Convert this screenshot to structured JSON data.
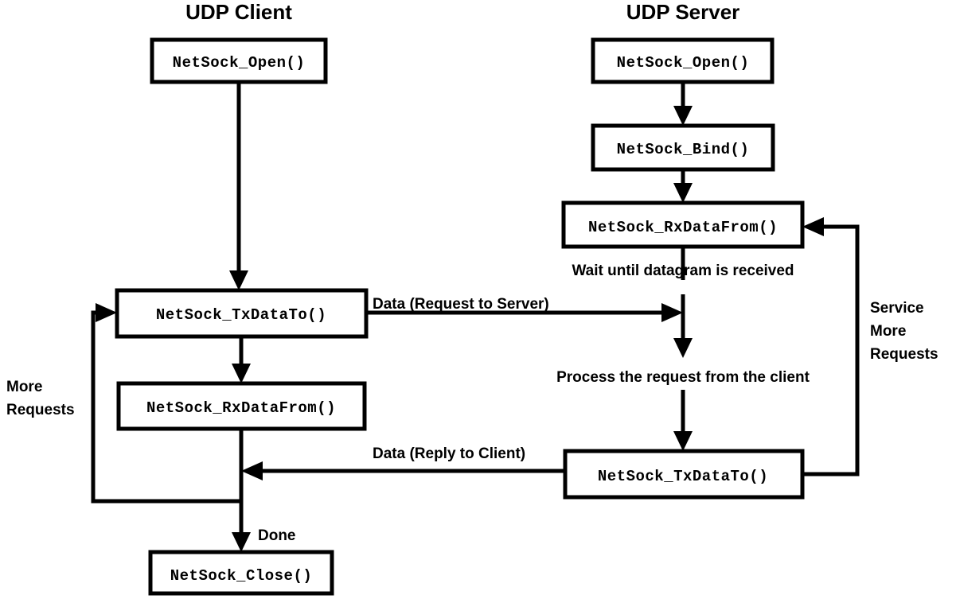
{
  "diagram": {
    "title_client": "UDP Client",
    "title_server": "UDP Server",
    "client_nodes": {
      "open": "NetSock_Open()",
      "tx": "NetSock_TxDataTo()",
      "rx": "NetSock_RxDataFrom()",
      "close": "NetSock_Close()"
    },
    "server_nodes": {
      "open": "NetSock_Open()",
      "bind": "NetSock_Bind()",
      "rx": "NetSock_RxDataFrom()",
      "tx": "NetSock_TxDataTo()"
    },
    "notes": {
      "wait": "Wait until datagram is received",
      "process": "Process the request from the client"
    },
    "edge_labels": {
      "request": "Data (Request to Server)",
      "reply": "Data (Reply to Client)",
      "done": "Done"
    },
    "loop_labels": {
      "client_more": "More",
      "client_requests": "Requests",
      "server_service": "Service",
      "server_more": "More",
      "server_requests": "Requests"
    },
    "colors": {
      "ink": "#000000",
      "paper": "#ffffff"
    }
  }
}
